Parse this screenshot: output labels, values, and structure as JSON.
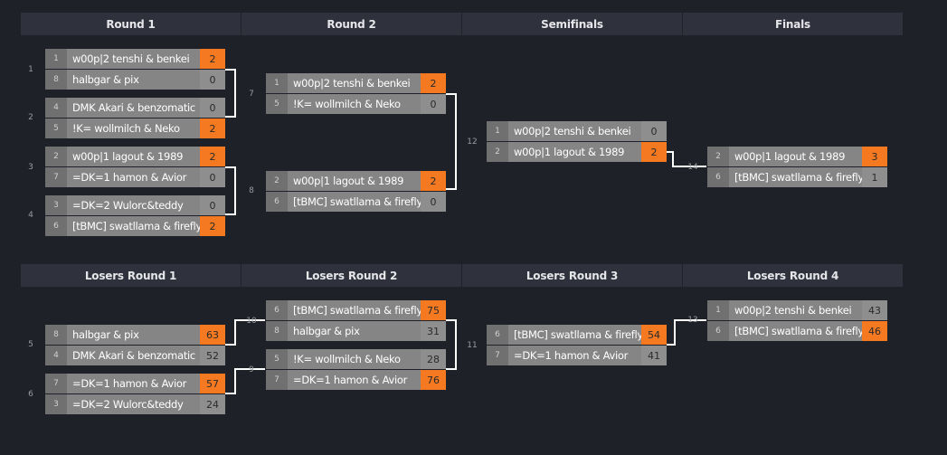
{
  "upper_headers": [
    "Round 1",
    "Round 2",
    "Semifinals",
    "Finals"
  ],
  "lower_headers": [
    "Losers Round 1",
    "Losers Round 2",
    "Losers Round 3",
    "Losers Round 4"
  ],
  "matches": [
    {
      "id": "1",
      "top": {
        "seed": "1",
        "name": "w00p|2 tenshi & benkei",
        "score": "2",
        "win": true
      },
      "bottom": {
        "seed": "8",
        "name": "halbgar & pix",
        "score": "0",
        "win": false
      }
    },
    {
      "id": "2",
      "top": {
        "seed": "4",
        "name": "DMK Akari & benzomatic",
        "score": "0",
        "win": false
      },
      "bottom": {
        "seed": "5",
        "name": "!K= wollmilch & Neko",
        "score": "2",
        "win": true
      }
    },
    {
      "id": "3",
      "top": {
        "seed": "2",
        "name": "w00p|1 lagout & 1989",
        "score": "2",
        "win": true
      },
      "bottom": {
        "seed": "7",
        "name": "=DK=1 hamon & Avior",
        "score": "0",
        "win": false
      }
    },
    {
      "id": "4",
      "top": {
        "seed": "3",
        "name": "=DK=2 Wulorc&teddy",
        "score": "0",
        "win": false
      },
      "bottom": {
        "seed": "6",
        "name": "[tBMC] swatllama & firefly",
        "score": "2",
        "win": true
      }
    },
    {
      "id": "7",
      "top": {
        "seed": "1",
        "name": "w00p|2 tenshi & benkei",
        "score": "2",
        "win": true
      },
      "bottom": {
        "seed": "5",
        "name": "!K= wollmilch & Neko",
        "score": "0",
        "win": false
      }
    },
    {
      "id": "8",
      "top": {
        "seed": "2",
        "name": "w00p|1 lagout & 1989",
        "score": "2",
        "win": true
      },
      "bottom": {
        "seed": "6",
        "name": "[tBMC] swatllama & firefly",
        "score": "0",
        "win": false
      }
    },
    {
      "id": "12",
      "top": {
        "seed": "1",
        "name": "w00p|2 tenshi & benkei",
        "score": "0",
        "win": false
      },
      "bottom": {
        "seed": "2",
        "name": "w00p|1 lagout & 1989",
        "score": "2",
        "win": true
      }
    },
    {
      "id": "14",
      "top": {
        "seed": "2",
        "name": "w00p|1 lagout & 1989",
        "score": "3",
        "win": true
      },
      "bottom": {
        "seed": "6",
        "name": "[tBMC] swatllama & firefly",
        "score": "1",
        "win": false
      }
    },
    {
      "id": "5",
      "top": {
        "seed": "8",
        "name": "halbgar & pix",
        "score": "63",
        "win": true
      },
      "bottom": {
        "seed": "4",
        "name": "DMK Akari & benzomatic",
        "score": "52",
        "win": false
      }
    },
    {
      "id": "6",
      "top": {
        "seed": "7",
        "name": "=DK=1 hamon & Avior",
        "score": "57",
        "win": true
      },
      "bottom": {
        "seed": "3",
        "name": "=DK=2 Wulorc&teddy",
        "score": "24",
        "win": false
      }
    },
    {
      "id": "10",
      "top": {
        "seed": "6",
        "name": "[tBMC] swatllama & firefly",
        "score": "75",
        "win": true
      },
      "bottom": {
        "seed": "8",
        "name": "halbgar & pix",
        "score": "31",
        "win": false
      }
    },
    {
      "id": "9",
      "top": {
        "seed": "5",
        "name": "!K= wollmilch & Neko",
        "score": "28",
        "win": false
      },
      "bottom": {
        "seed": "7",
        "name": "=DK=1 hamon & Avior",
        "score": "76",
        "win": true
      }
    },
    {
      "id": "11",
      "top": {
        "seed": "6",
        "name": "[tBMC] swatllama & firefly",
        "score": "54",
        "win": true
      },
      "bottom": {
        "seed": "7",
        "name": "=DK=1 hamon & Avior",
        "score": "41",
        "win": false
      }
    },
    {
      "id": "13",
      "top": {
        "seed": "1",
        "name": "w00p|2 tenshi & benkei",
        "score": "43",
        "win": false
      },
      "bottom": {
        "seed": "6",
        "name": "[tBMC] swatllama & firefly",
        "score": "46",
        "win": true
      }
    }
  ],
  "colors": {
    "win": "#f47920",
    "background": "#1f2129",
    "header": "#2f323c"
  }
}
